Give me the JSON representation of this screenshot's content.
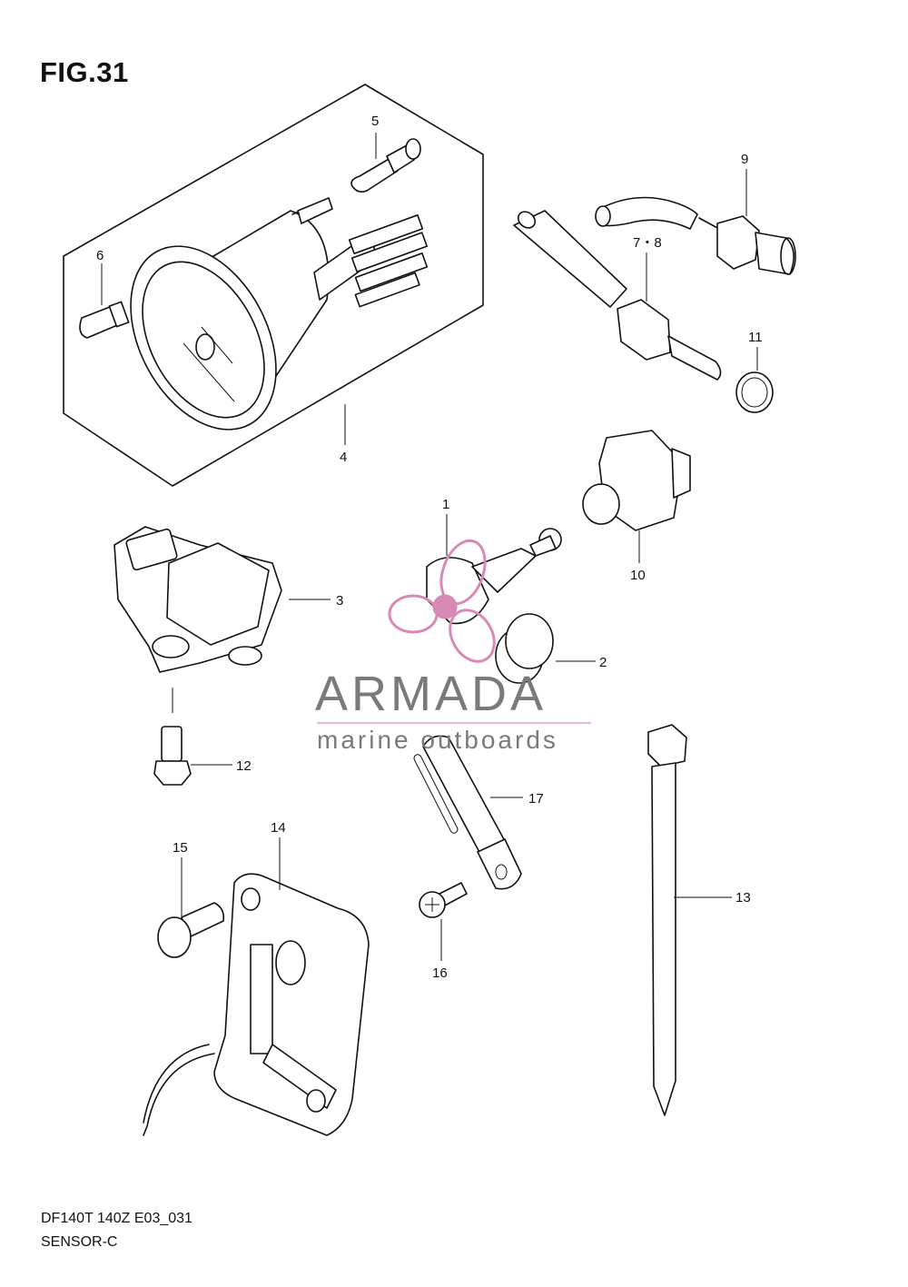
{
  "figure": {
    "title": "FIG.31",
    "code": "DF140T 140Z E03_031",
    "name": "SENSOR-C"
  },
  "watermark": {
    "brand": "ARMADA",
    "tagline": "marine outboards",
    "accent_color": "#d98ab4",
    "text_color": "#7a7a7a"
  },
  "callouts": {
    "c1": "1",
    "c2": "2",
    "c3": "3",
    "c4": "4",
    "c5": "5",
    "c6": "6",
    "c78": "7・8",
    "c9": "9",
    "c10": "10",
    "c11": "11",
    "c12": "12",
    "c13": "13",
    "c14": "14",
    "c15": "15",
    "c16": "16",
    "c17": "17"
  }
}
